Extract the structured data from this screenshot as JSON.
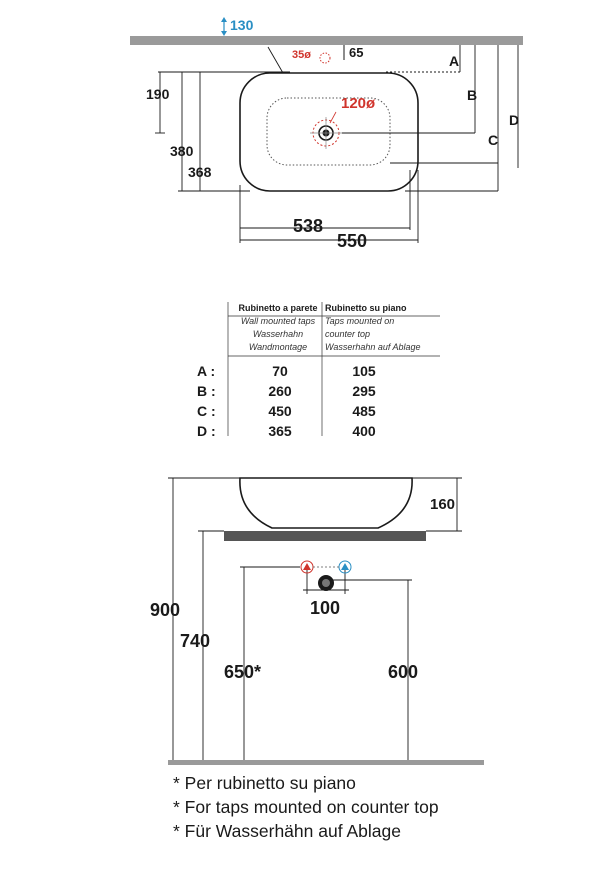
{
  "top_view": {
    "dim_130": "130",
    "dim_35": "35ø",
    "dim_65": "65",
    "dim_120": "120ø",
    "dim_190": "190",
    "dim_380": "380",
    "dim_368": "368",
    "dim_538": "538",
    "dim_550": "550",
    "label_a": "A",
    "label_b": "B",
    "label_c": "C",
    "label_d": "D"
  },
  "table": {
    "col1": {
      "heading": "Rubinetto a parete",
      "line_en": "Wall mounted taps",
      "line_de1": "Wasserhahn",
      "line_de2": "Wandmontage"
    },
    "col2": {
      "heading": "Rubinetto su piano",
      "line_en1": "Taps mounted on",
      "line_en2": "counter top",
      "line_de": "Wasserhahn auf Ablage"
    },
    "rows": [
      {
        "key": "A :",
        "wall": "70",
        "counter": "105"
      },
      {
        "key": "B :",
        "wall": "260",
        "counter": "295"
      },
      {
        "key": "C :",
        "wall": "450",
        "counter": "485"
      },
      {
        "key": "D :",
        "wall": "365",
        "counter": "400"
      }
    ]
  },
  "side_view": {
    "dim_160": "160",
    "dim_100": "100",
    "dim_900": "900",
    "dim_740": "740",
    "dim_650": "650*",
    "dim_600": "600"
  },
  "notes": [
    "* Per rubinetto su piano",
    "* For taps mounted on counter top",
    "* Für Wasserhähn auf Ablage"
  ],
  "colors": {
    "line": "#1a1a1a",
    "wall_grey": "#9a9a9a",
    "counter_grey": "#555555",
    "accent_red": "#d0342c",
    "accent_blue": "#2a8fc4"
  }
}
